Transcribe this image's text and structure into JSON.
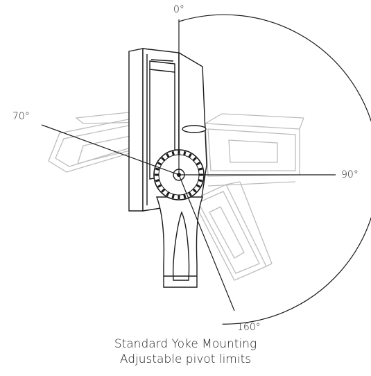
{
  "angles": {
    "a0": "0°",
    "a70": "70°",
    "a90": "90°",
    "a160": "160°"
  },
  "caption": {
    "line1": "Standard Yoke Mounting",
    "line2": "Adjustable pivot limits"
  },
  "colors": {
    "line": "#1a1a1a",
    "ghost": "#bdbdbd"
  }
}
